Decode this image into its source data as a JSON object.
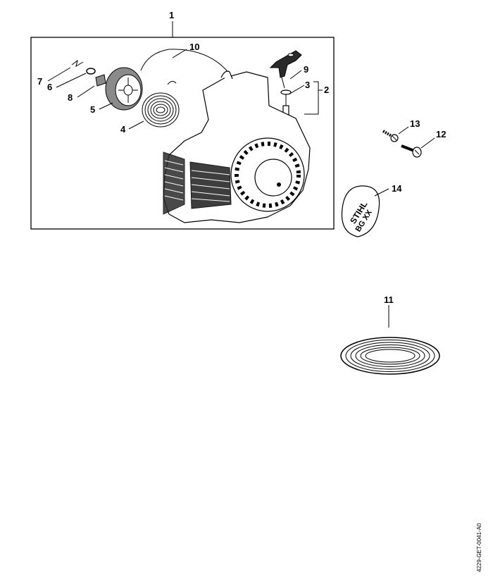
{
  "callouts": {
    "c1": "1",
    "c2": "2",
    "c3": "3",
    "c4": "4",
    "c5": "5",
    "c6": "6",
    "c7": "7",
    "c8": "8",
    "c9": "9",
    "c10": "10",
    "c11": "11",
    "c12": "12",
    "c13": "13",
    "c14": "14"
  },
  "badge": {
    "line1": "STIHL",
    "line2": "BG XX"
  },
  "drawing_id": "4229-GET-0041-A0"
}
